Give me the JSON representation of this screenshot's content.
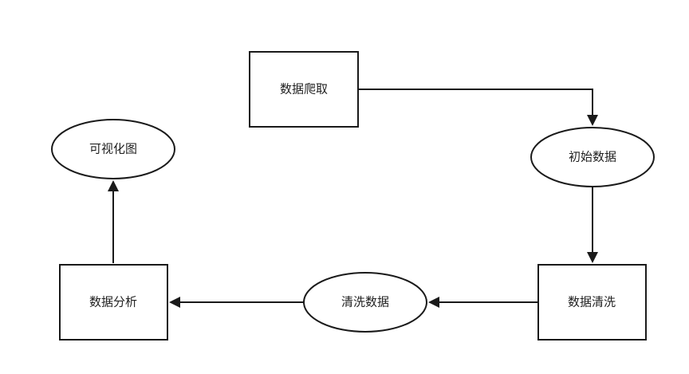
{
  "nodes": {
    "crawl": "数据爬取",
    "raw_data": "初始数据",
    "clean_process": "数据清洗",
    "cleaned_data": "清洗数据",
    "analysis": "数据分析",
    "visualization": "可视化图"
  }
}
